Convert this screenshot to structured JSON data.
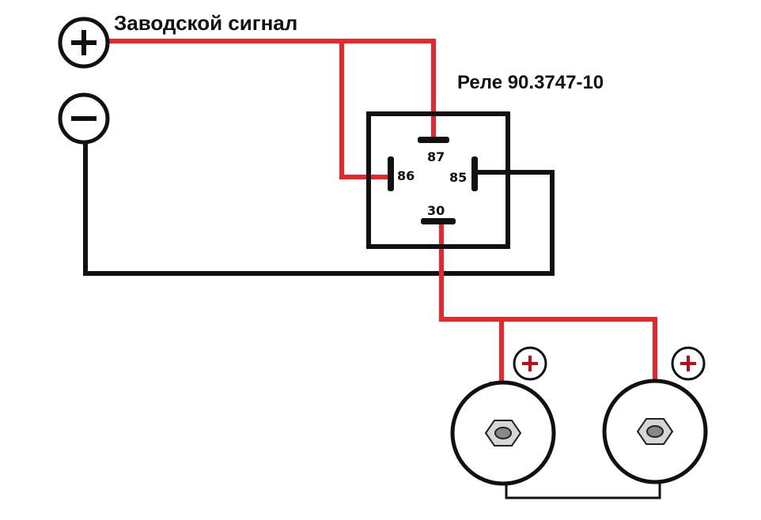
{
  "title": "Заводской сигнал",
  "relay_label": "Реле 90.3747-10",
  "pins": {
    "p87": "87",
    "p86": "86",
    "p85": "85",
    "p30": "30"
  },
  "symbols": {
    "plus": "+",
    "minus": "−",
    "horn_plus": "+"
  },
  "icons": [
    "plus-terminal-icon",
    "minus-terminal-icon",
    "horn-icon",
    "nut-icon"
  ],
  "colors": {
    "positive_wire": "#e8262b",
    "negative_wire": "#111111",
    "horn_terminal": "#c8161d"
  }
}
